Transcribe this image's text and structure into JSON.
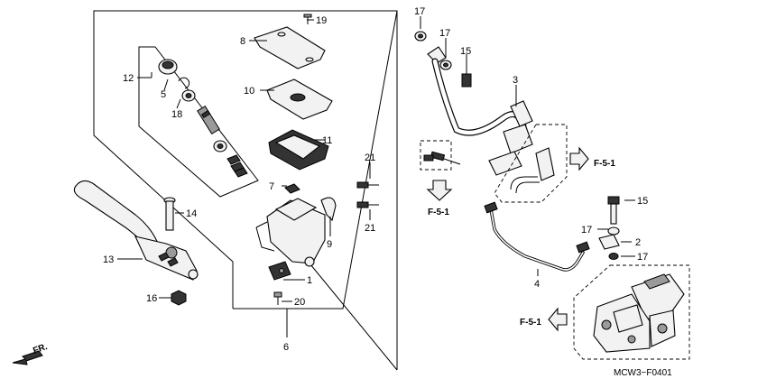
{
  "diagram_code": "MCW3−F0401",
  "labels": {
    "p1": "1",
    "p2": "2",
    "p3": "3",
    "p4": "4",
    "p5": "5",
    "p6": "6",
    "p7": "7",
    "p8": "8",
    "p9": "9",
    "p10": "10",
    "p11": "11",
    "p12": "12",
    "p13": "13",
    "p14": "14",
    "p15a": "15",
    "p15b": "15",
    "p16": "16",
    "p17a": "17",
    "p17b": "17",
    "p17c": "17",
    "p17d": "17",
    "p18": "18",
    "p19": "19",
    "p20": "20",
    "p21a": "21",
    "p21b": "21"
  },
  "refs": {
    "f51a": "F-5-1",
    "f51b": "F-5-1",
    "f51c": "F-5-1"
  },
  "direction": "FR."
}
